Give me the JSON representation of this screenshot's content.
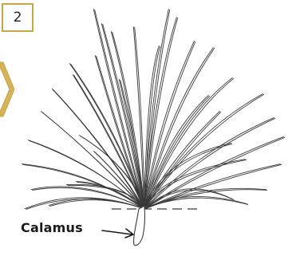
{
  "step": {
    "number": "2"
  },
  "diagram": {
    "callout": "Calamus",
    "accent_color": "#c9a54a",
    "stroke_color": "#3a3a3a",
    "icons": [
      "chevron-right-icon",
      "feather-tuft-illustration"
    ]
  }
}
